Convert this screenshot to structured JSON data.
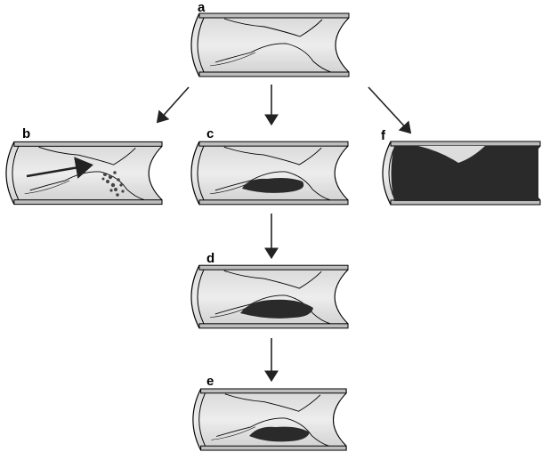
{
  "panels": [
    {
      "id": "a",
      "label": "a"
    },
    {
      "id": "b",
      "label": "b"
    },
    {
      "id": "c",
      "label": "c"
    },
    {
      "id": "d",
      "label": "d"
    },
    {
      "id": "e",
      "label": "e"
    },
    {
      "id": "f",
      "label": "f"
    }
  ],
  "colors": {
    "vessel": "#e2e2e2",
    "wall": "#bdbdbd",
    "thrombus": "#2a2a2a",
    "line": "#000000"
  }
}
